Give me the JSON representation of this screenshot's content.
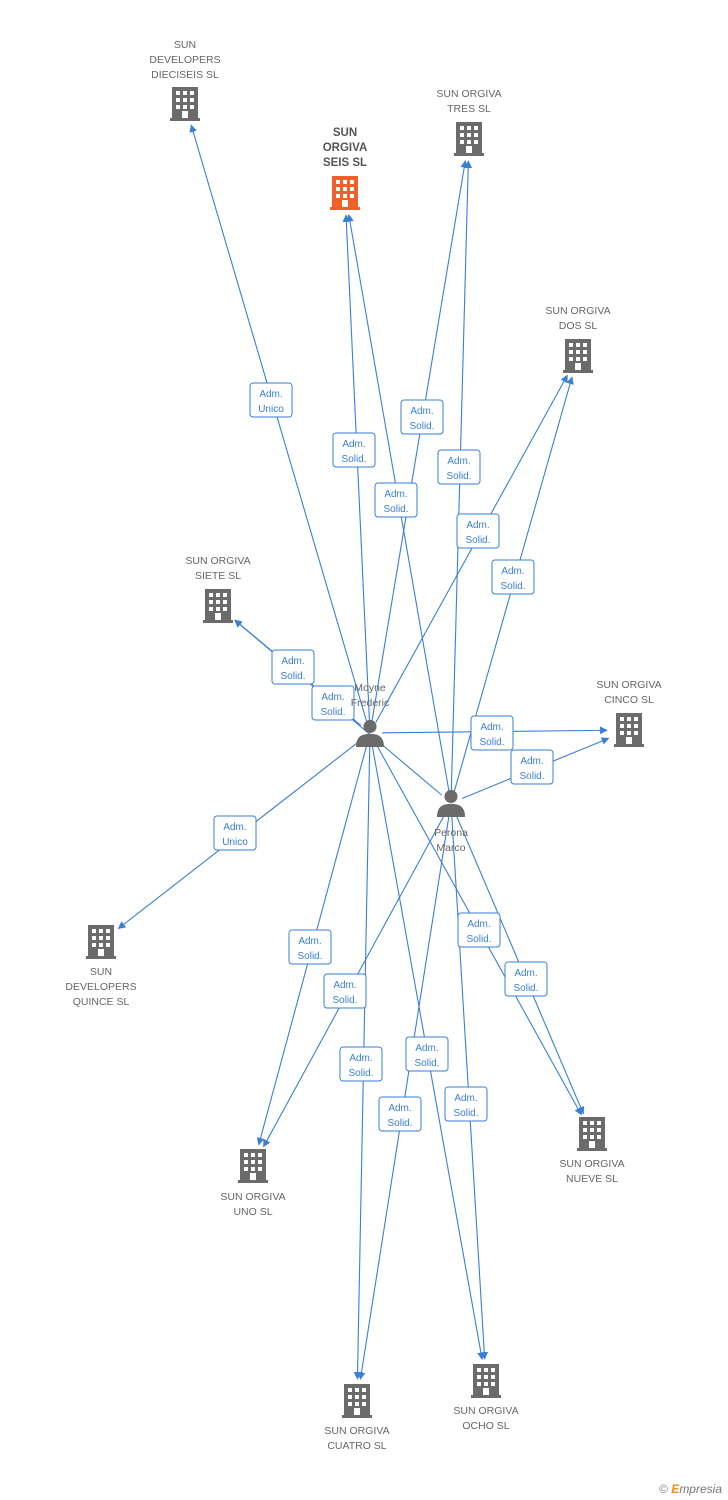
{
  "colors": {
    "edge": "#3a7fd5",
    "company": "#6b6b6b",
    "company_highlight": "#f0602a",
    "person": "#6b6b6b"
  },
  "nodes": [
    {
      "id": "sun_dev_16",
      "type": "company",
      "lines": [
        "SUN",
        "DEVELOPERS",
        "DIECISEIS SL"
      ]
    },
    {
      "id": "sun_orgiva_seis",
      "type": "company",
      "highlight": true,
      "lines": [
        "SUN",
        "ORGIVA",
        "SEIS SL"
      ]
    },
    {
      "id": "sun_orgiva_tres",
      "type": "company",
      "lines": [
        "SUN ORGIVA",
        "TRES SL"
      ]
    },
    {
      "id": "sun_orgiva_dos",
      "type": "company",
      "lines": [
        "SUN ORGIVA",
        "DOS SL"
      ]
    },
    {
      "id": "sun_orgiva_siete",
      "type": "company",
      "lines": [
        "SUN ORGIVA",
        "SIETE SL"
      ]
    },
    {
      "id": "sun_orgiva_cinco",
      "type": "company",
      "lines": [
        "SUN ORGIVA",
        "CINCO SL"
      ]
    },
    {
      "id": "sun_dev_15",
      "type": "company",
      "lines": [
        "SUN",
        "DEVELOPERS",
        "QUINCE SL"
      ]
    },
    {
      "id": "sun_orgiva_uno",
      "type": "company",
      "lines": [
        "SUN ORGIVA",
        "UNO SL"
      ]
    },
    {
      "id": "sun_orgiva_nueve",
      "type": "company",
      "lines": [
        "SUN ORGIVA",
        "NUEVE SL"
      ]
    },
    {
      "id": "sun_orgiva_cuatro",
      "type": "company",
      "lines": [
        "SUN ORGIVA",
        "CUATRO SL"
      ]
    },
    {
      "id": "sun_orgiva_ocho",
      "type": "company",
      "lines": [
        "SUN ORGIVA",
        "OCHO SL"
      ]
    },
    {
      "id": "moyne",
      "type": "person",
      "lines": [
        "Moyne",
        "Frederic"
      ]
    },
    {
      "id": "perona",
      "type": "person",
      "lines": [
        "Perona",
        "Marco"
      ]
    }
  ],
  "edges": [
    {
      "from": "moyne",
      "to": "sun_dev_16",
      "label": [
        "Adm.",
        "Unico"
      ]
    },
    {
      "from": "moyne",
      "to": "sun_orgiva_seis",
      "label": [
        "Adm.",
        "Solid."
      ]
    },
    {
      "from": "perona",
      "to": "sun_orgiva_seis",
      "label": [
        "Adm.",
        "Solid."
      ]
    },
    {
      "from": "moyne",
      "to": "sun_orgiva_tres",
      "label": [
        "Adm.",
        "Solid."
      ]
    },
    {
      "from": "perona",
      "to": "sun_orgiva_tres",
      "label": [
        "Adm.",
        "Solid."
      ]
    },
    {
      "from": "moyne",
      "to": "sun_orgiva_dos",
      "label": [
        "Adm.",
        "Solid."
      ]
    },
    {
      "from": "perona",
      "to": "sun_orgiva_dos",
      "label": [
        "Adm.",
        "Solid."
      ]
    },
    {
      "from": "moyne",
      "to": "sun_orgiva_siete",
      "label": [
        "Adm.",
        "Solid."
      ]
    },
    {
      "from": "perona",
      "to": "sun_orgiva_siete",
      "label": [
        "Adm.",
        "Solid."
      ]
    },
    {
      "from": "moyne",
      "to": "sun_orgiva_cinco",
      "label": [
        "Adm.",
        "Solid."
      ]
    },
    {
      "from": "perona",
      "to": "sun_orgiva_cinco",
      "label": [
        "Adm.",
        "Solid."
      ]
    },
    {
      "from": "moyne",
      "to": "sun_dev_15",
      "label": [
        "Adm.",
        "Unico"
      ]
    },
    {
      "from": "moyne",
      "to": "sun_orgiva_uno",
      "label": [
        "Adm.",
        "Solid."
      ]
    },
    {
      "from": "perona",
      "to": "sun_orgiva_uno",
      "label": [
        "Adm.",
        "Solid."
      ]
    },
    {
      "from": "moyne",
      "to": "sun_orgiva_cuatro",
      "label": [
        "Adm.",
        "Solid."
      ]
    },
    {
      "from": "perona",
      "to": "sun_orgiva_cuatro",
      "label": [
        "Adm.",
        "Solid."
      ]
    },
    {
      "from": "moyne",
      "to": "sun_orgiva_ocho",
      "label": [
        "Adm.",
        "Solid."
      ]
    },
    {
      "from": "perona",
      "to": "sun_orgiva_ocho",
      "label": [
        "Adm.",
        "Solid."
      ]
    },
    {
      "from": "moyne",
      "to": "sun_orgiva_nueve",
      "label": [
        "Adm.",
        "Solid."
      ]
    },
    {
      "from": "perona",
      "to": "sun_orgiva_nueve",
      "label": [
        "Adm.",
        "Solid."
      ]
    }
  ],
  "watermark": {
    "copyright": "©",
    "brand_initial": "E",
    "brand_rest": "mpresia"
  }
}
